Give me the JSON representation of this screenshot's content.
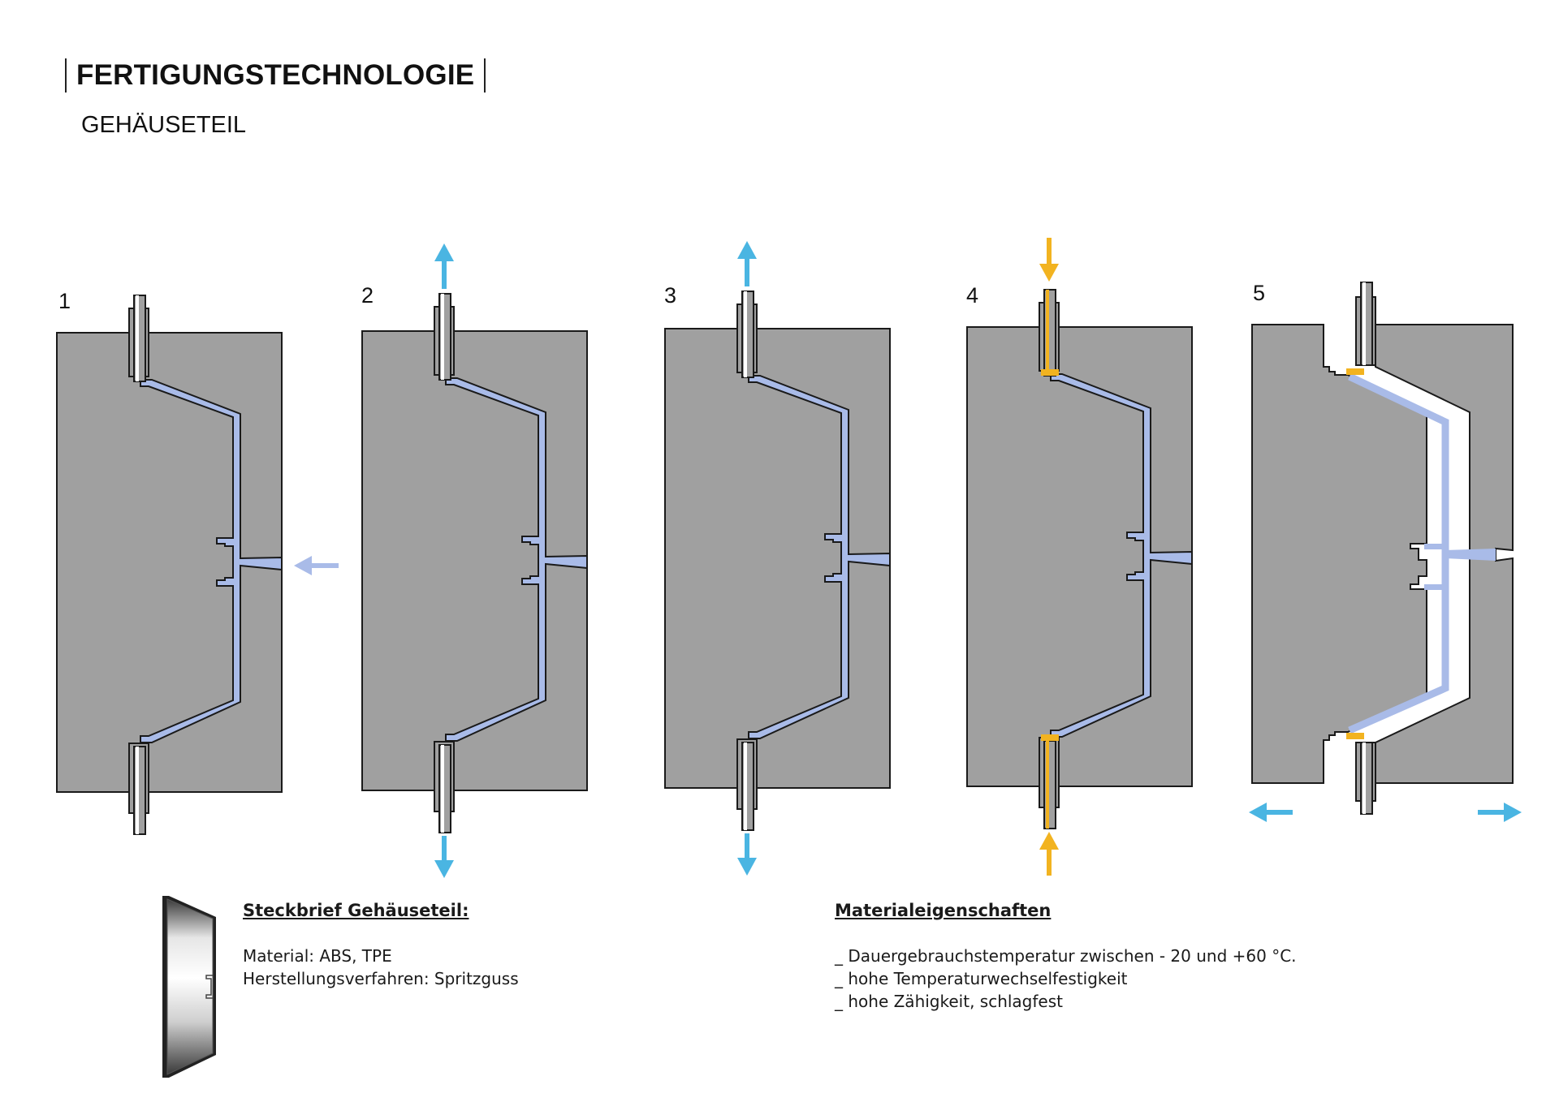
{
  "header": {
    "title": "FERTIGUNGSTECHNOLOGIE",
    "subtitle": "GEHÄUSETEIL"
  },
  "colors": {
    "mold": "#a0a0a0",
    "outline": "#1a1a1a",
    "melt": "#a9bbe8",
    "motion_arrow": "#4ab5e2",
    "ejector_force": "#f2b320",
    "part_cavity": "#ffffff"
  },
  "steps": [
    {
      "label": "1",
      "state": "injection",
      "arrows": [
        "gate-inflow-left"
      ]
    },
    {
      "label": "2",
      "state": "ejector-retract-outer",
      "arrows": [
        "up-blue",
        "down-blue"
      ]
    },
    {
      "label": "3",
      "state": "ejector-retract-inner",
      "arrows": [
        "up-blue",
        "down-blue"
      ]
    },
    {
      "label": "4",
      "state": "second-component-injection",
      "arrows": [
        "down-yellow",
        "up-yellow"
      ]
    },
    {
      "label": "5",
      "state": "mold-open",
      "arrows": [
        "left-blue",
        "right-blue"
      ]
    }
  ],
  "steckbrief": {
    "heading": "Steckbrief Gehäuseteil:",
    "lines": [
      "Material: ABS, TPE",
      "Herstellungsverfahren: Spritzguss"
    ]
  },
  "materialeigenschaften": {
    "heading": "Materialeigenschaften",
    "items": [
      "_ Dauergebrauchstemperatur zwischen - 20 und +60 °C.",
      "_ hohe Temperaturwechselfestigkeit",
      "_ hohe Zähigkeit, schlagfest"
    ]
  }
}
